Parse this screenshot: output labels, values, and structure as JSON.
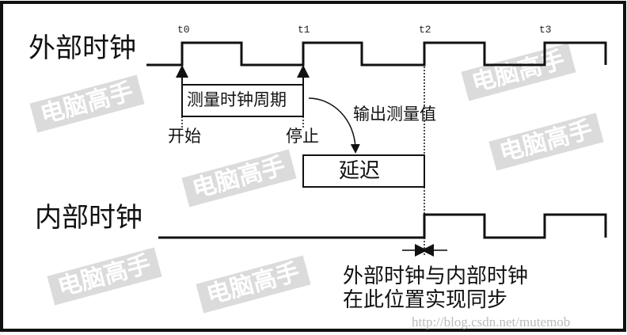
{
  "external_clock": {
    "label": "外部时钟",
    "time_marks": [
      "t0",
      "t1",
      "t2",
      "t3"
    ]
  },
  "internal_clock": {
    "label": "内部时钟"
  },
  "measure_box": {
    "label": "测量时钟周期",
    "start": "开始",
    "stop": "停止"
  },
  "output_label": "输出测量值",
  "delay_box": {
    "label": "延迟"
  },
  "sync_note": {
    "line1": "外部时钟与内部时钟",
    "line2": "在此位置实现同步"
  },
  "watermark": {
    "text": "电脑高手",
    "url": "http://blog.csdn.net/mutemob"
  }
}
